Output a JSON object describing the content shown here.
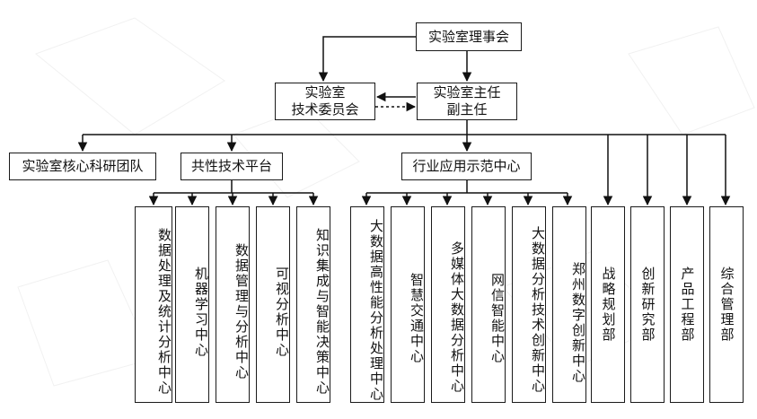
{
  "title_box": "实验室理事会",
  "committee": {
    "line1": "实验室",
    "line2": "技术委员会"
  },
  "director": {
    "line1": "实验室主任",
    "line2": "副主任"
  },
  "level2": {
    "core_team": "实验室核心科研团队",
    "common_platform": "共性技术平台",
    "industry_center": "行业应用示范中心"
  },
  "platform_units": [
    "数据处理及统计分析中心",
    "机器学习中心",
    "数据管理与分析中心",
    "可视分析中心",
    "知识集成与智能决策中心"
  ],
  "industry_units": [
    "大数据高性能分析处理中心",
    "智慧交通中心",
    "多媒体大数据分析中心",
    "网信智能中心",
    "大数据分析技术创新中心",
    "郑州数字创新中心"
  ],
  "departments": [
    "战略规划部",
    "创新研究部",
    "产品工程部",
    "综合管理部"
  ]
}
